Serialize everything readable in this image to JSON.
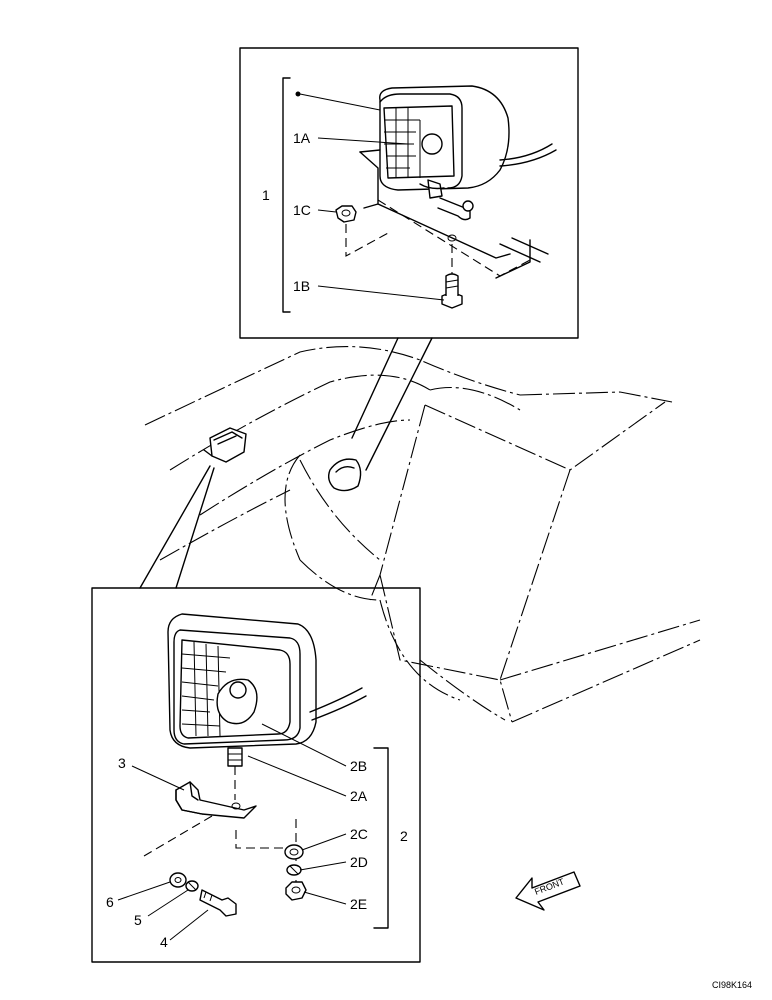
{
  "callouts": {
    "c1": "1",
    "c1A": "1A",
    "c1B": "1B",
    "c1C": "1C",
    "c2": "2",
    "c2A": "2A",
    "c2B": "2B",
    "c2C": "2C",
    "c2D": "2D",
    "c2E": "2E",
    "c3": "3",
    "c4": "4",
    "c5": "5",
    "c6": "6"
  },
  "direction_label": "FRONT",
  "drawing_code": "CI98K164"
}
